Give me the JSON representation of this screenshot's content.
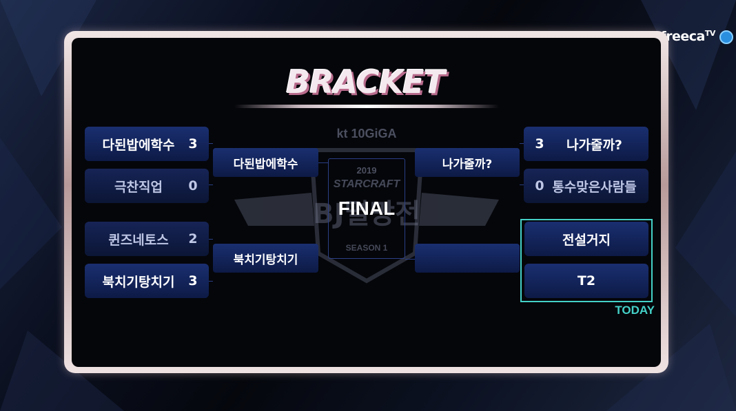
{
  "broadcaster": {
    "logo_main": "afreeca",
    "logo_sup": "TV"
  },
  "title": "BRACKET",
  "emblem": {
    "sponsor": "kt 10GiGA",
    "year": "2019",
    "game": "STARCRAFT",
    "league": "BJ멸망전",
    "season": "SEASON 1"
  },
  "final_label": "FINAL",
  "left": {
    "match1": [
      {
        "name": "다된밥에학수",
        "score": "3",
        "winner": true
      },
      {
        "name": "극찬직업",
        "score": "0",
        "winner": false
      }
    ],
    "match2": [
      {
        "name": "퀸즈네토스",
        "score": "2",
        "winner": false
      },
      {
        "name": "북치기탕치기",
        "score": "3",
        "winner": true
      }
    ],
    "semi_winners": [
      "다된밥에학수",
      "북치기탕치기"
    ]
  },
  "right": {
    "match1": [
      {
        "name": "나가줄까?",
        "score": "3",
        "winner": true
      },
      {
        "name": "통수맞은사람들",
        "score": "0",
        "winner": false
      }
    ],
    "match2": [
      {
        "name": "전설거지",
        "score": ""
      },
      {
        "name": "T2",
        "score": ""
      }
    ],
    "semi_winners": [
      "나가줄까?",
      ""
    ]
  },
  "today_label": "TODAY",
  "colors": {
    "accent_today": "#44d1c8",
    "box": "#1a2f70",
    "connector": "#2b3f86"
  }
}
